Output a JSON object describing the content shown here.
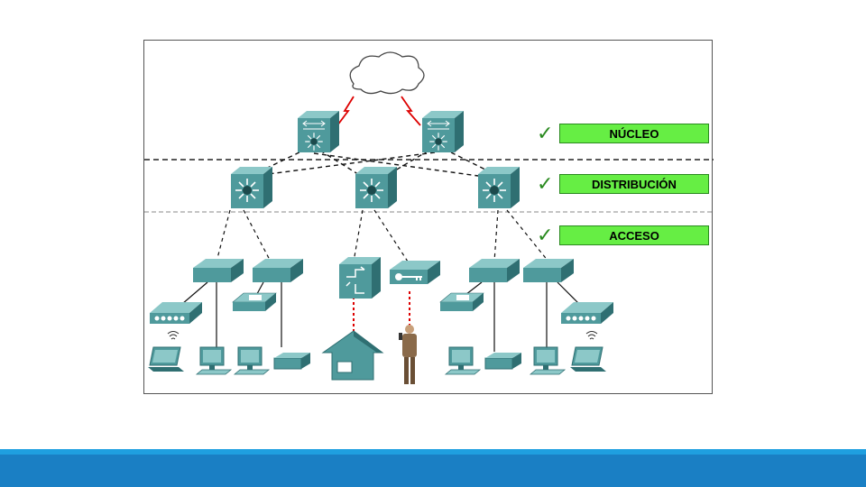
{
  "layers": [
    {
      "label": "NÚCLEO"
    },
    {
      "label": "DISTRIBUCIÓN"
    },
    {
      "label": "ACCESO"
    }
  ],
  "colors": {
    "label_fill": "#66ee44",
    "check": "#2a8a1f",
    "device": "#4f9a9c",
    "device_dark": "#2f6f72",
    "device_light": "#8cc8c8",
    "wan_link": "#dd0000",
    "footer_top": "#1f9fe0",
    "footer": "#1a7fc4"
  },
  "icons": [
    "cloud-icon",
    "core-switch-icon",
    "distribution-switch-icon",
    "access-switch-icon",
    "firewall-icon",
    "vpn-key-icon",
    "wireless-access-point-icon",
    "ip-phone-icon",
    "pc-icon",
    "laptop-icon",
    "printer-icon",
    "home-icon",
    "mobile-user-icon"
  ]
}
